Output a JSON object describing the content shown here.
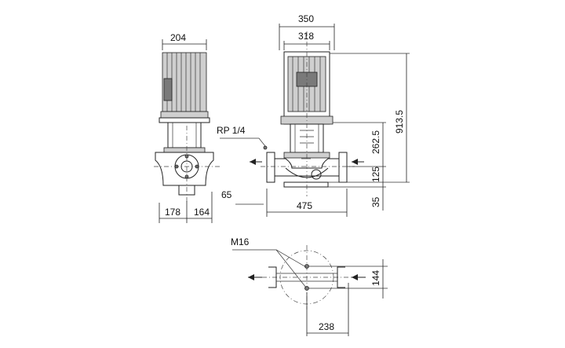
{
  "labels": {
    "left_width": "204",
    "front_outer_width": "350",
    "front_inner_width": "318",
    "connection_label": "RP 1/4",
    "left_offset_a": "178",
    "left_offset_b": "164",
    "left_small_dim": "65",
    "port_to_port": "475",
    "total_height": "913.5",
    "motor_to_axis": "262.5",
    "axis_height": "125",
    "base_height": "35",
    "bolt_label": "M16",
    "bolt_spacing_y": "144",
    "bolt_spacing_x": "238"
  }
}
